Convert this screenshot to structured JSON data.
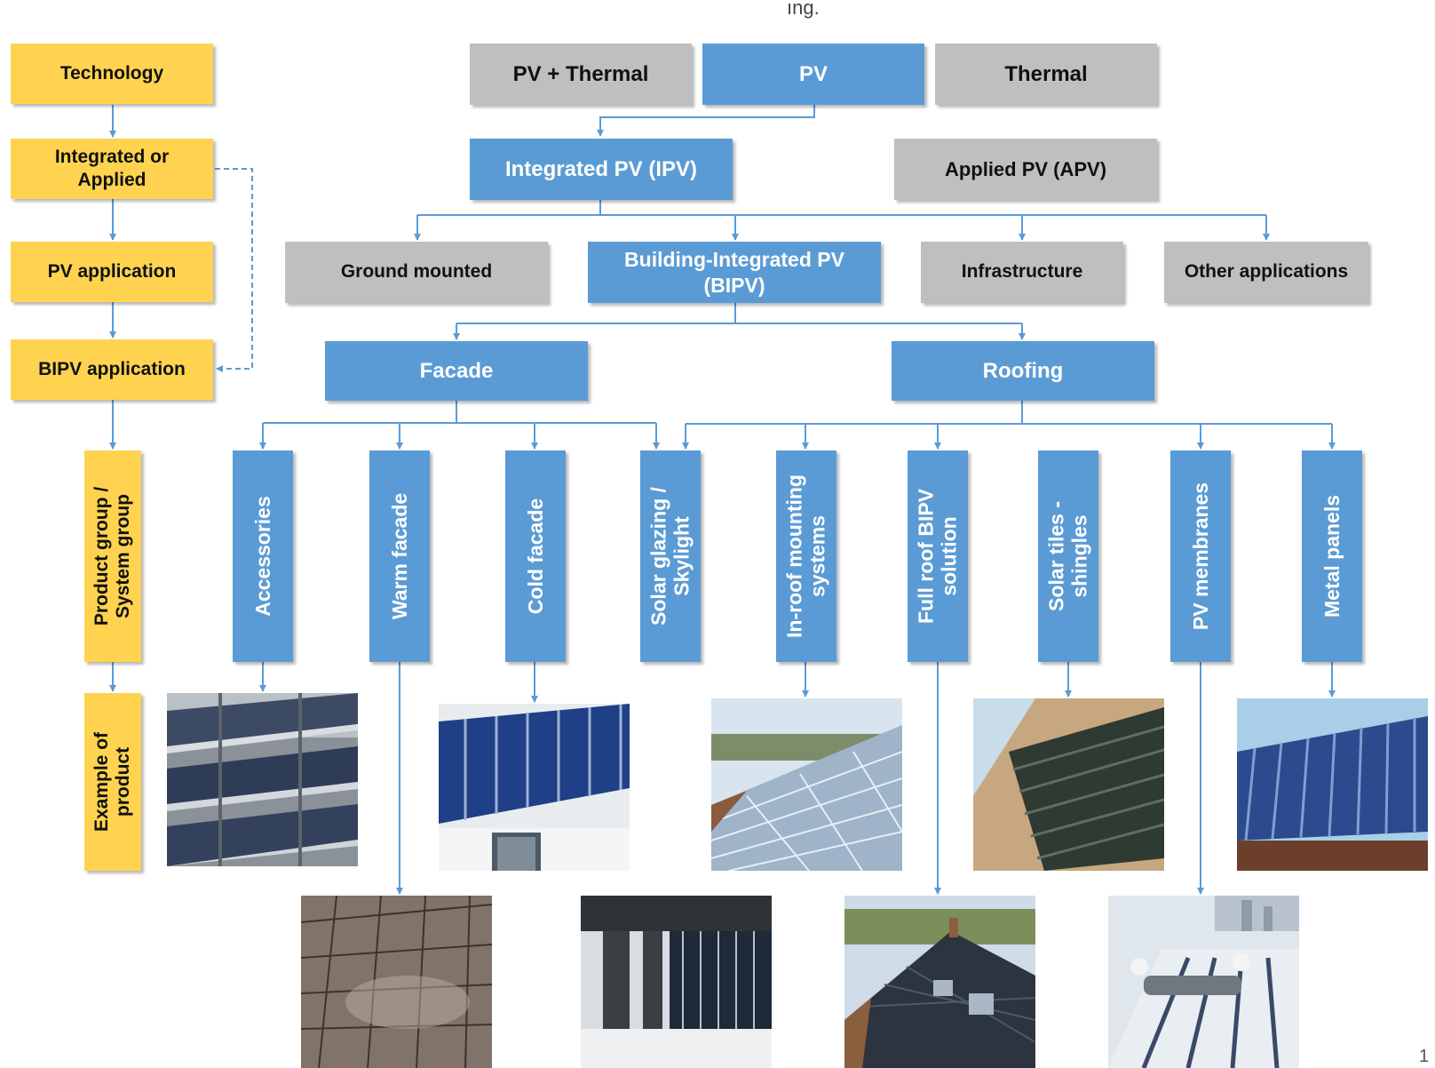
{
  "top_fragment": "ıng.",
  "corner_fragment": "1",
  "colors": {
    "yellow": "#FFD34F",
    "blue": "#5B9BD5",
    "gray": "#BFBFBF",
    "line": "#5B9BD5"
  },
  "levels": {
    "technology": "Technology",
    "integrated_or_applied": "Integrated or\nApplied",
    "pv_application": "PV application",
    "bipv_application": "BIPV application",
    "product_group": "Product group /\nSystem group",
    "example_of_product": "Example of\nproduct"
  },
  "technology": {
    "pv_thermal": "PV + Thermal",
    "pv": "PV",
    "thermal": "Thermal"
  },
  "integration": {
    "ipv": "Integrated PV (IPV)",
    "apv": "Applied PV (APV)"
  },
  "pv_application": {
    "ground": "Ground mounted",
    "bipv": "Building-Integrated PV\n(BIPV)",
    "infrastructure": "Infrastructure",
    "other": "Other applications"
  },
  "bipv_application": {
    "facade": "Facade",
    "roofing": "Roofing"
  },
  "product_groups": [
    "Accessories",
    "Warm facade",
    "Cold facade",
    "Solar glazing /\nSkylight",
    "In-roof mounting\nsystems",
    "Full roof BIPV\nsolution",
    "Solar tiles -\nshingles",
    "PV membranes",
    "Metal panels"
  ],
  "photo_icons": [
    "accessories-louvers-photo",
    "cold-facade-photo",
    "in-roof-mounting-photo",
    "solar-tiles-shingles-photo",
    "metal-panels-photo",
    "warm-facade-photo",
    "solar-glazing-skylight-photo",
    "full-roof-bipv-photo",
    "pv-membranes-photo"
  ]
}
